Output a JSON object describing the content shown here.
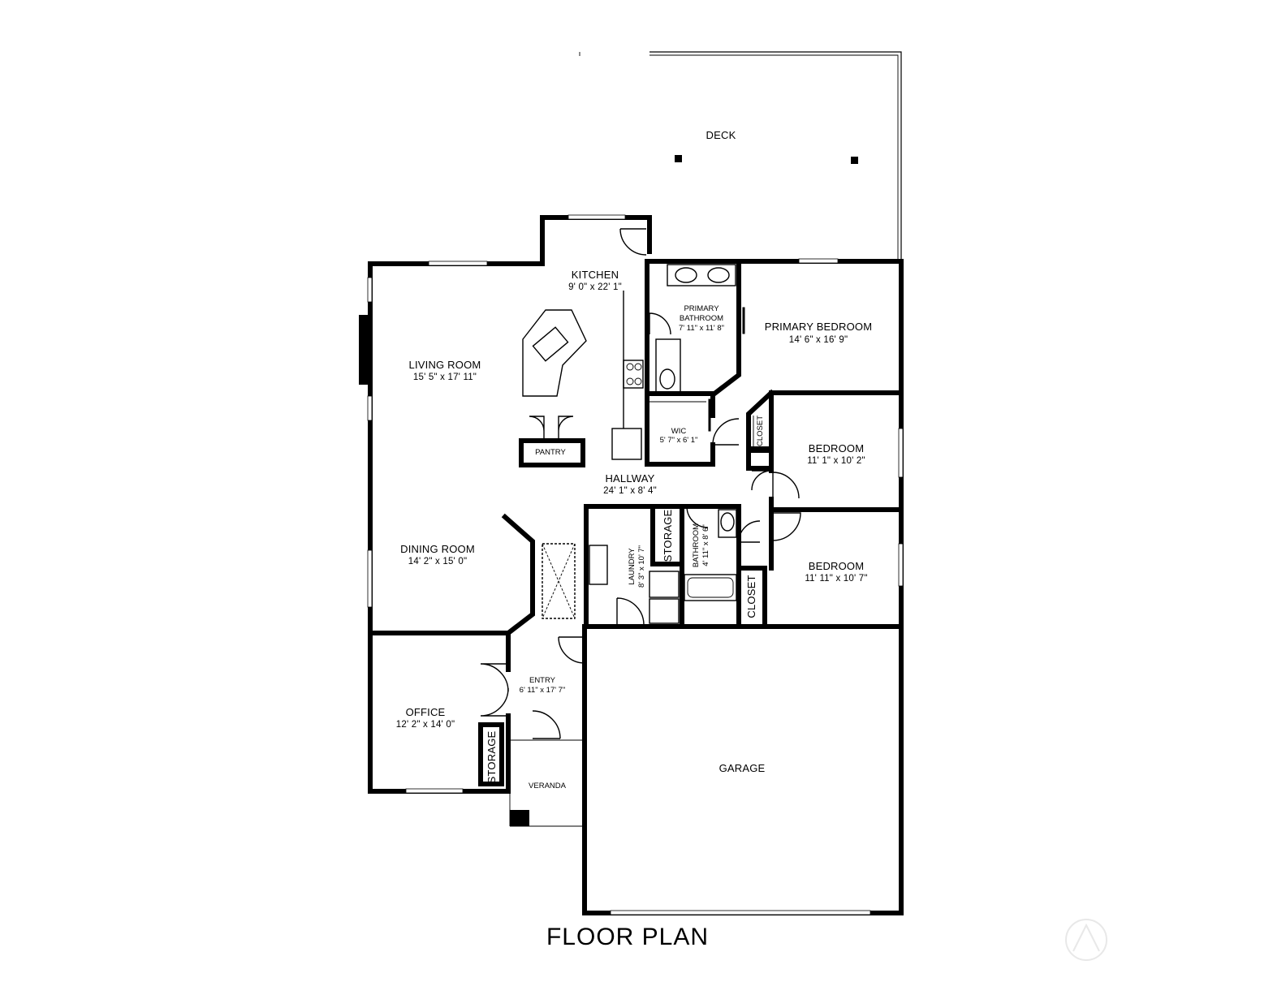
{
  "title": "FLOOR PLAN",
  "rooms": {
    "deck": {
      "name": "DECK"
    },
    "kitchen": {
      "name": "KITCHEN",
      "dim": "9' 0\" x 22' 1\""
    },
    "primary_bathroom": {
      "name_line1": "PRIMARY",
      "name_line2": "BATHROOM",
      "dim": "7' 11\" x 11' 8\""
    },
    "primary_bedroom": {
      "name": "PRIMARY BEDROOM",
      "dim": "14' 6\" x 16' 9\""
    },
    "living_room": {
      "name": "LIVING ROOM",
      "dim": "15' 5\" x 17' 11\""
    },
    "wic": {
      "name": "WIC",
      "dim": "5' 7\" x 6' 1\""
    },
    "closet_upper": {
      "name": "CLOSET"
    },
    "bedroom_1": {
      "name": "BEDROOM",
      "dim": "11' 1\" x 10' 2\""
    },
    "pantry": {
      "name": "PANTRY"
    },
    "hallway": {
      "name": "HALLWAY",
      "dim": "24' 1\" x 8' 4\""
    },
    "storage_hall": {
      "name": "STORAGE"
    },
    "bathroom": {
      "name": "BATHROOM",
      "dim": "4' 11\" x 8' 6\""
    },
    "laundry": {
      "name": "LAUNDRY",
      "dim": "8' 3\" x 10' 7\""
    },
    "dining_room": {
      "name": "DINING ROOM",
      "dim": "14' 2\" x 15' 0\""
    },
    "bedroom_2": {
      "name": "BEDROOM",
      "dim": "11' 11\" x 10' 7\""
    },
    "closet_lower": {
      "name": "CLOSET"
    },
    "entry": {
      "name": "ENTRY",
      "dim": "6' 11\" x 17' 7\""
    },
    "office": {
      "name": "OFFICE",
      "dim": "12' 2\" x 14' 0\""
    },
    "storage_office": {
      "name": "STORAGE"
    },
    "garage": {
      "name": "GARAGE"
    },
    "veranda": {
      "name": "VERANDA"
    }
  },
  "colors": {
    "wall": "#000000",
    "background": "#ffffff",
    "watermark": "#e8e8e8"
  },
  "icons": [
    "watermark-logo-icon",
    "door-swing-icon",
    "window-icon",
    "sink-icon",
    "toilet-icon",
    "bathtub-icon",
    "range-icon",
    "fireplace-icon",
    "skylight-icon",
    "deck-post-icon"
  ]
}
